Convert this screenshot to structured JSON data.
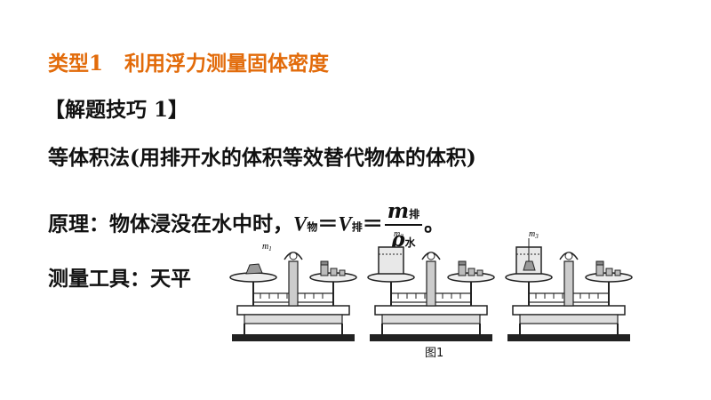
{
  "title": {
    "type": "类型1",
    "topic": "利用浮力测量固体密度"
  },
  "tip_heading": "【解题技巧 1】",
  "method": "等体积法(用排开水的体积等效替代物体的体积)",
  "principle": {
    "label": "原理：物体浸没在水中时，",
    "v": "V",
    "sub_object": "物",
    "eq": "＝",
    "sub_displaced": "排",
    "eq2": "＝",
    "num_m": "m",
    "num_sub": "排",
    "den_rho": "ρ",
    "den_sub": "水",
    "end": "。"
  },
  "tool": "测量工具：天平",
  "figure": {
    "caption": "图1",
    "labels": [
      "m",
      "m",
      "m"
    ],
    "label_subs": [
      "1",
      "2",
      "3"
    ]
  },
  "colors": {
    "title": "#e26b0a",
    "text": "#111111"
  }
}
